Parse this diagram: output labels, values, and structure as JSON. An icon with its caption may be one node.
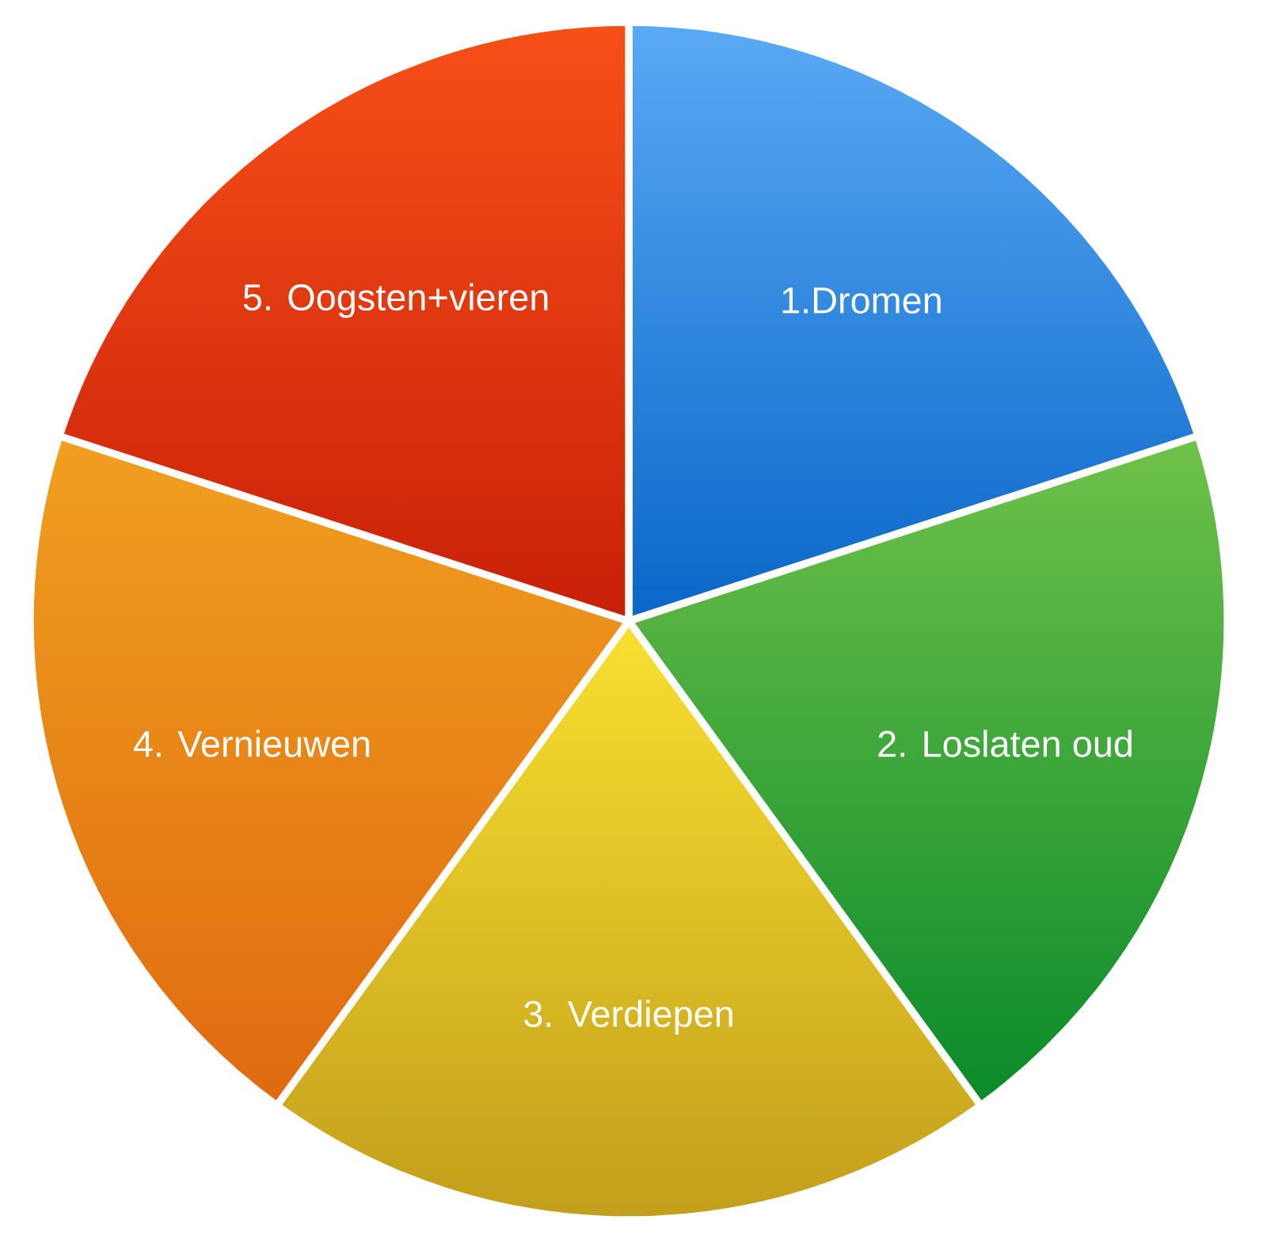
{
  "diagram": {
    "nodes": [
      {
        "text": [
          "1.Dromen"
        ]
      },
      {
        "text": [
          "2. Loslaten oud"
        ]
      },
      {
        "text": [
          "3. Verdiepen"
        ]
      },
      {
        "text": [
          "4. Vernieuwen"
        ]
      },
      {
        "text": [
          "5. Oogsten+vieren"
        ]
      }
    ]
  }
}
